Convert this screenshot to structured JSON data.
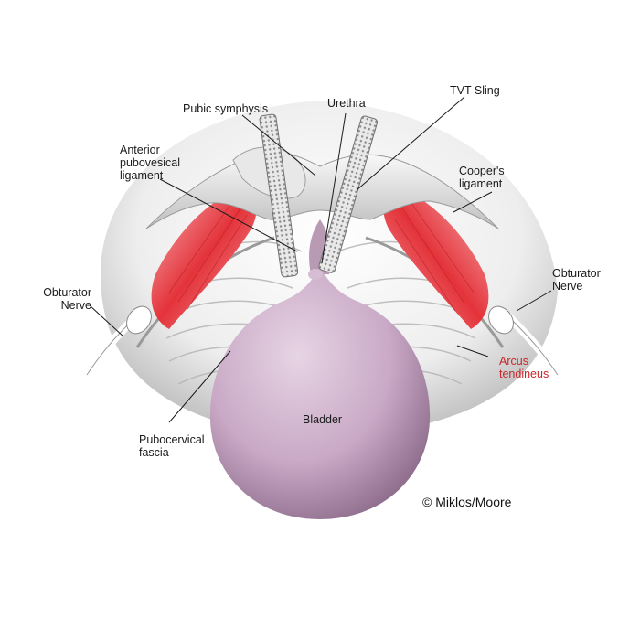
{
  "labels": {
    "pubic_symphysis": "Pubic symphysis",
    "urethra": "Urethra",
    "tvt_sling": "TVT Sling",
    "anterior_pubovesical_ligament": "Anterior\npubovesical\nligament",
    "coopers_ligament": "Cooper's\nligament",
    "obturator_nerve_left": "Obturator\nNerve",
    "obturator_nerve_right": "Obturator\nNerve",
    "arcus_tendineus": "Arcus\ntendineus",
    "pubocervical_fascia": "Pubocervical\nfascia",
    "bladder": "Bladder"
  },
  "copyright": "© Miklos/Moore",
  "colors": {
    "bladder": "#c9a9c6",
    "muscle": "#e4333a",
    "arcus_label": "#c8262b",
    "label": "#1a1a1a",
    "sling_mesh": "#8a8a8a"
  }
}
